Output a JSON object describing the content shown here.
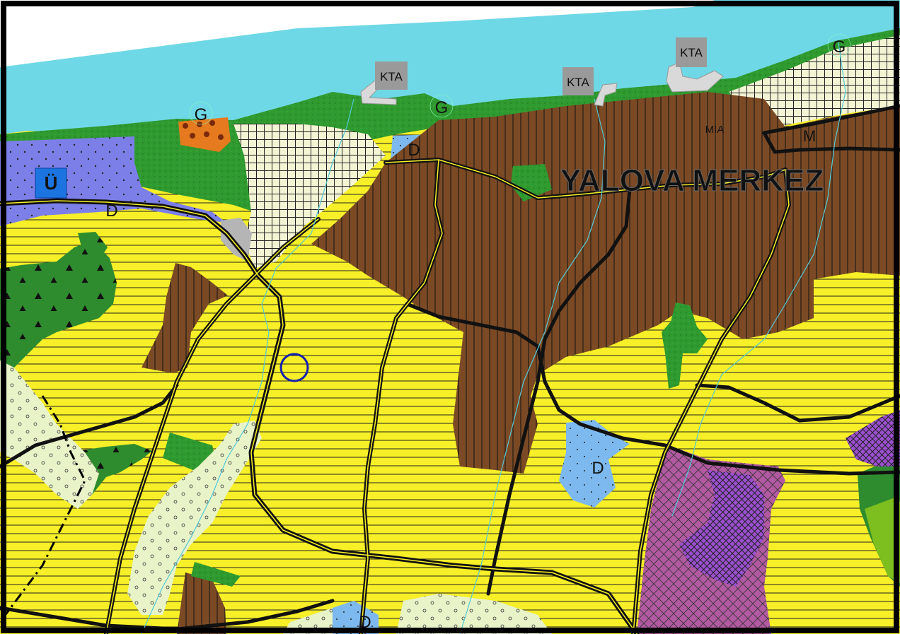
{
  "map": {
    "title": "YALOVA MERKEZ",
    "labels": {
      "kta1": "KTA",
      "kta2": "KTA",
      "kta3": "KTA",
      "g1": "G",
      "g2": "G",
      "g3": "G",
      "d1": "D",
      "d2": "D",
      "d3": "D",
      "d4": "D",
      "u": "Ü",
      "mia": "MİA",
      "m": "M"
    },
    "colors": {
      "sea": "#6fd8e6",
      "residential": "#f7ef27",
      "commercial": "#7b4a25",
      "green": "#2e8b2e",
      "education": "#7db9ee",
      "university": "#7d7fe8",
      "industry_grid": "#f2f4d4",
      "forest_dots": "#e8f3c8",
      "mixed_purple": "#b25aa1",
      "marker": "#1620b0",
      "road": "#111111"
    },
    "icons": [
      "marker-circle-icon",
      "harbor-icon"
    ]
  }
}
